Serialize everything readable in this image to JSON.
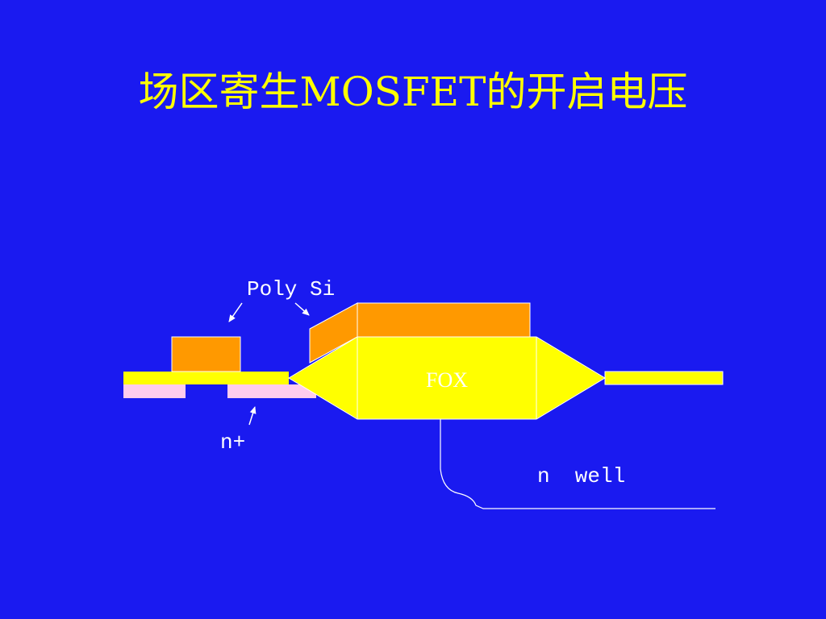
{
  "slide": {
    "title": "场区寄生MOSFET的开启电压",
    "background_color": "#1a1af0"
  },
  "diagram": {
    "labels": {
      "poly_si": "Poly Si",
      "n_plus": "n+",
      "fox": "FOX",
      "n_well": "n  well"
    },
    "colors": {
      "oxide": "#ffff00",
      "poly": "#ff9900",
      "n_plus": "#ffccee",
      "lines": "#ffffff"
    }
  }
}
